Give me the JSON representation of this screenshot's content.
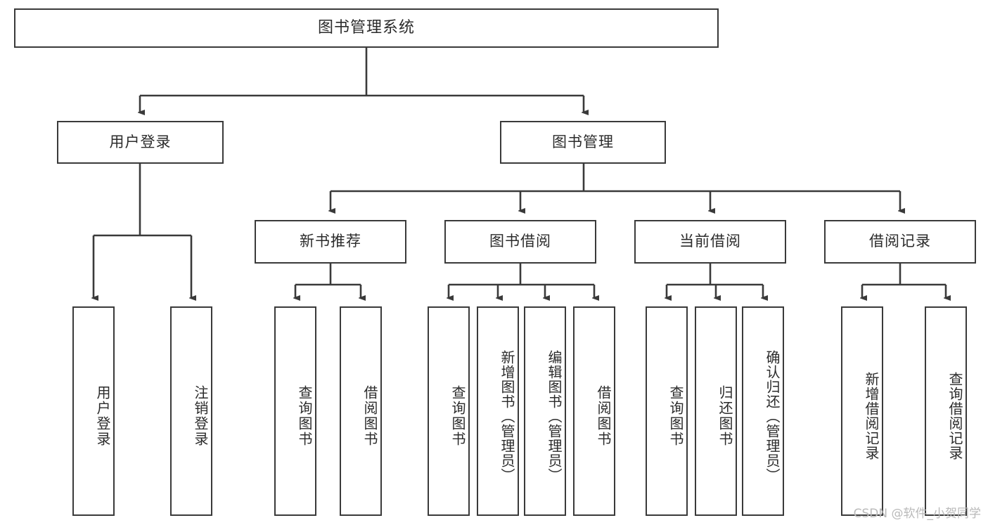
{
  "diagram": {
    "type": "tree-hierarchy",
    "title": "图书管理系统",
    "level2": [
      {
        "id": "user-login",
        "label": "用户登录"
      },
      {
        "id": "book-manage",
        "label": "图书管理"
      }
    ],
    "level3": [
      {
        "id": "new-book-recommend",
        "label": "新书推荐"
      },
      {
        "id": "book-borrow",
        "label": "图书借阅"
      },
      {
        "id": "current-borrow",
        "label": "当前借阅"
      },
      {
        "id": "borrow-record",
        "label": "借阅记录"
      }
    ],
    "leaves": [
      {
        "id": "leaf-user-login",
        "label": "用户登录"
      },
      {
        "id": "leaf-logout-login",
        "label": "注销登录"
      },
      {
        "id": "leaf-query-book-1",
        "label": "查询图书"
      },
      {
        "id": "leaf-borrow-book-1",
        "label": "借阅图书"
      },
      {
        "id": "leaf-query-book-2",
        "label": "查询图书"
      },
      {
        "id": "leaf-add-book",
        "label": "新增图书（管理员）"
      },
      {
        "id": "leaf-edit-book",
        "label": "编辑图书（管理员）"
      },
      {
        "id": "leaf-borrow-book-2",
        "label": "借阅图书"
      },
      {
        "id": "leaf-query-book-3",
        "label": "查询图书"
      },
      {
        "id": "leaf-return-book",
        "label": "归还图书"
      },
      {
        "id": "leaf-confirm-return",
        "label": "确认归还（管理员）"
      },
      {
        "id": "leaf-add-borrow-record",
        "label": "新增借阅记录"
      },
      {
        "id": "leaf-query-borrow-record",
        "label": "查询借阅记录"
      }
    ]
  },
  "watermark": {
    "text": "CSDN @软件_小贺同学"
  },
  "colors": {
    "stroke": "#3a3a3a",
    "text": "#2b2b2b",
    "background": "#ffffff",
    "watermark": "#b9b9b9"
  }
}
